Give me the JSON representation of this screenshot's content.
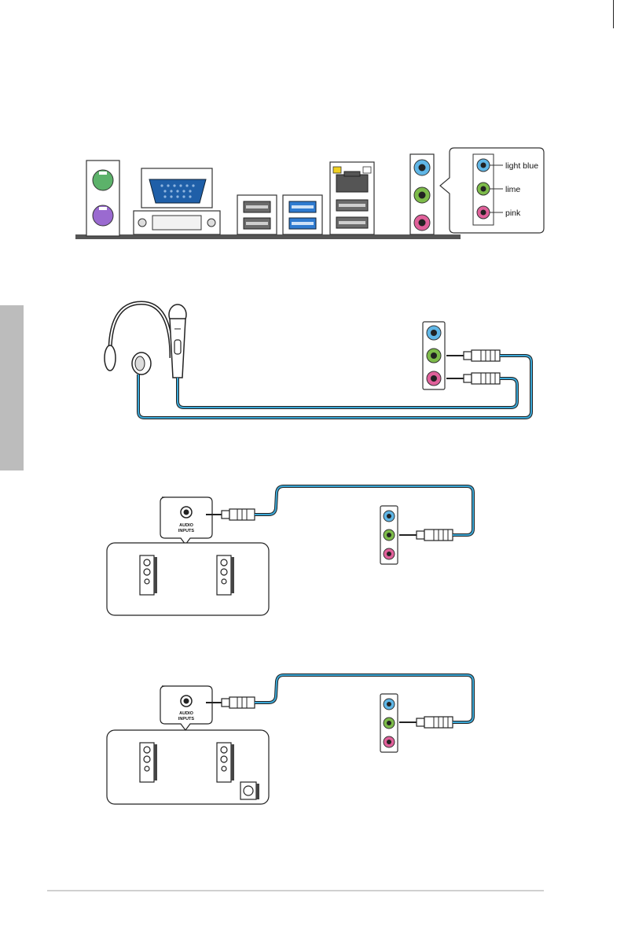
{
  "legend": {
    "light_blue": "light blue",
    "lime": "lime",
    "pink": "pink"
  },
  "speaker_box": {
    "line1": "AUDIO",
    "line2": "INPUTS"
  },
  "colors": {
    "jack_blue": "#5fb6e6",
    "jack_lime": "#7dbb4a",
    "jack_pink": "#e0609a",
    "cable": "#3ba7d6",
    "vga_blue": "#1f5fa8",
    "usb3_blue": "#2f7bd0",
    "ps2_green": "#5cb26a",
    "ps2_purple": "#9a6ad0",
    "side_tab": "#bcbcbc"
  }
}
